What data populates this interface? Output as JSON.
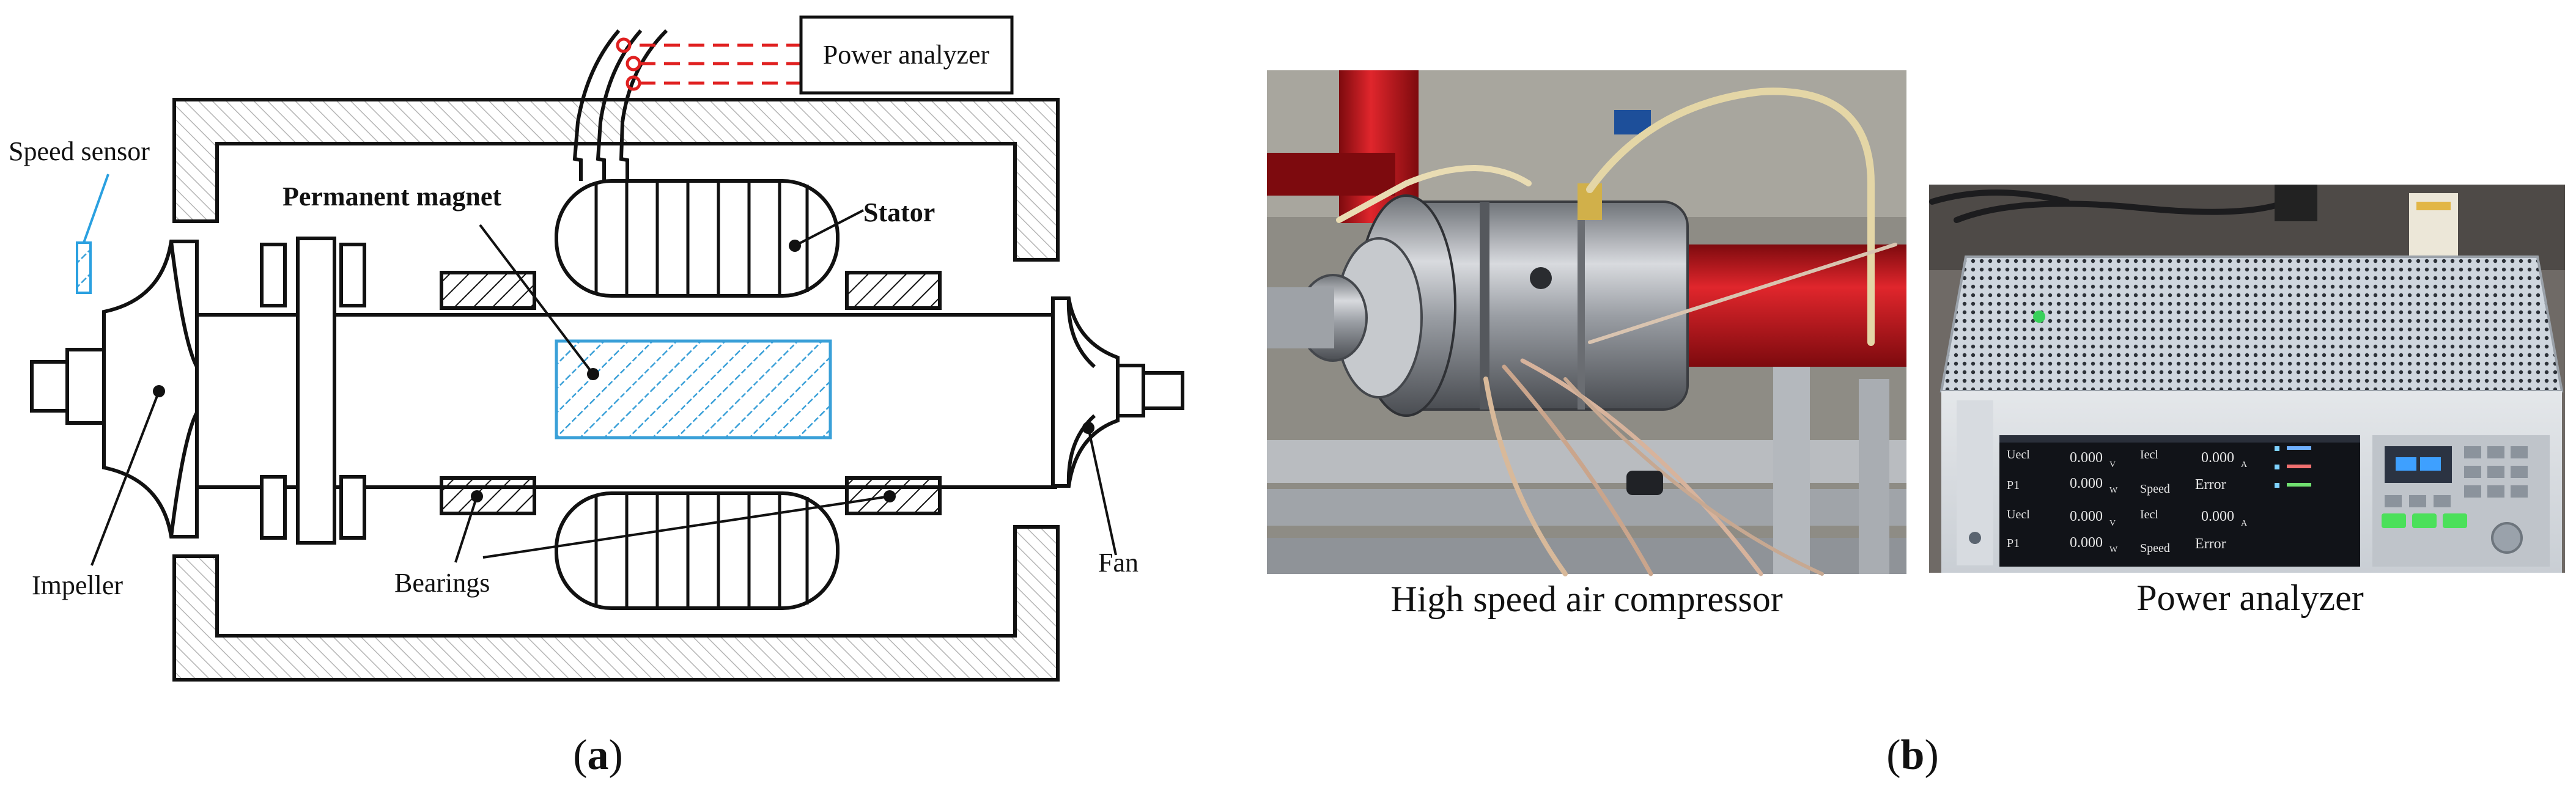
{
  "panel_a": {
    "labels": {
      "power_analyzer": "Power analyzer",
      "speed_sensor": "Speed sensor",
      "permanent_magnet": "Permanent magnet",
      "stator": "Stator",
      "impeller": "Impeller",
      "bearings": "Bearings",
      "fan": "Fan"
    },
    "caption_open": "(",
    "caption_letter": "a",
    "caption_close": ")"
  },
  "panel_b": {
    "photo_left_caption": "High speed air compressor",
    "photo_right_caption": "Power analyzer",
    "screen_rows": [
      [
        "Uecl",
        "0.000",
        "V",
        "Iecl",
        "0.000",
        "A"
      ],
      [
        "P1",
        "0.000",
        "W",
        "Speed",
        "Error",
        ""
      ],
      [
        "Uecl",
        "0.000",
        "V",
        "Iecl",
        "0.000",
        "A"
      ],
      [
        "P1",
        "0.000",
        "W",
        "Speed",
        "Error",
        ""
      ]
    ],
    "caption_open": "(",
    "caption_letter": "b",
    "caption_close": ")"
  },
  "colors": {
    "line": "#111111",
    "hatch": "#b4b4b4",
    "magnet_hatch": "#3aa0d8",
    "wire_marker": "#e02020",
    "sensor": "#2aa0e0",
    "pipe_red": "#c8141a"
  }
}
